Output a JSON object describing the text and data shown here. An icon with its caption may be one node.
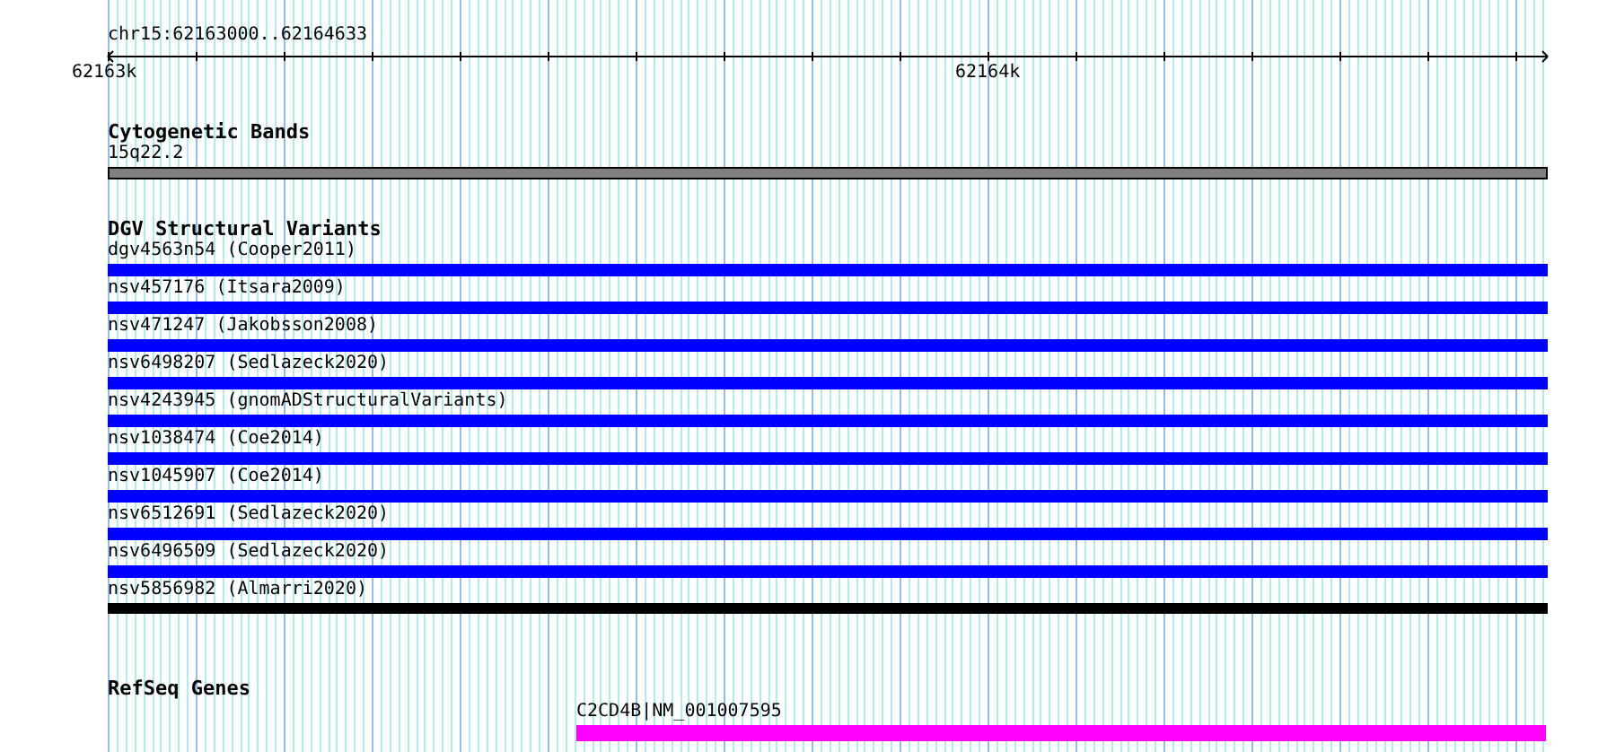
{
  "diagram": {
    "title": "chr15:62163000..62164633",
    "nodes": [
      {
        "text": [
          "15q22.2"
        ]
      },
      {
        "text": [
          "dgv4563n54 (Cooper2011)"
        ]
      },
      {
        "text": [
          "nsv457176 (Itsara2009)"
        ]
      },
      {
        "text": [
          "nsv471247 (Jakobsson2008)"
        ]
      },
      {
        "text": [
          "nsv6498207 (Sedlazeck2020)"
        ]
      },
      {
        "text": [
          "nsv4243945 (gnomADStructuralVariants)"
        ]
      },
      {
        "text": [
          "nsv1038474 (Coe2014)"
        ]
      },
      {
        "text": [
          "nsv1045907 (Coe2014)"
        ]
      },
      {
        "text": [
          "nsv6512691 (Sedlazeck2020)"
        ]
      },
      {
        "text": [
          "nsv6496509 (Sedlazeck2020)"
        ]
      },
      {
        "text": [
          "nsv5856982 (Almarri2020)"
        ]
      },
      {
        "text": [
          "C2CD4B|NM_001007595"
        ]
      }
    ],
    "edges": [],
    "labels": [
      "62163k",
      "62164k",
      "Cytogenetic Bands",
      "DGV Structural Variants",
      "RefSeq Genes"
    ]
  }
}
